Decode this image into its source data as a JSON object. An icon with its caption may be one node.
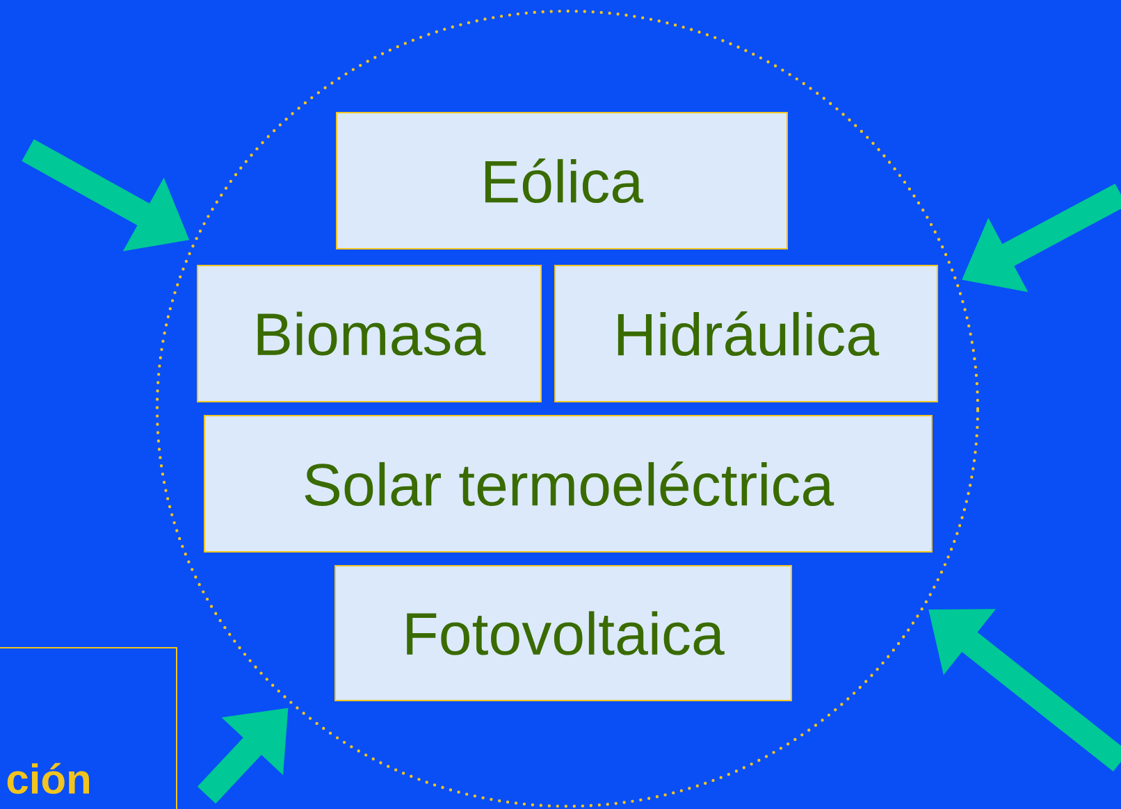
{
  "diagram": {
    "nodes": [
      {
        "text": [],
        "shape": "circle"
      },
      {
        "text": [
          "Eólica"
        ],
        "in": 0
      },
      {
        "text": [
          "Biomasa"
        ],
        "in": 0
      },
      {
        "text": [
          "Hidráulica"
        ],
        "in": 0
      },
      {
        "text": [
          "Solar termoeléctrica"
        ],
        "in": 0
      },
      {
        "text": [
          "Fotovoltaica"
        ],
        "in": 0
      },
      {
        "text": [
          "ción"
        ]
      }
    ],
    "edges": [
      {
        "from": null,
        "to": 0,
        "arrow": "to"
      },
      {
        "from": null,
        "to": 0,
        "arrow": "to"
      },
      {
        "from": null,
        "to": 0,
        "arrow": "to"
      },
      {
        "from": 6,
        "to": 0,
        "arrow": "to"
      }
    ]
  }
}
